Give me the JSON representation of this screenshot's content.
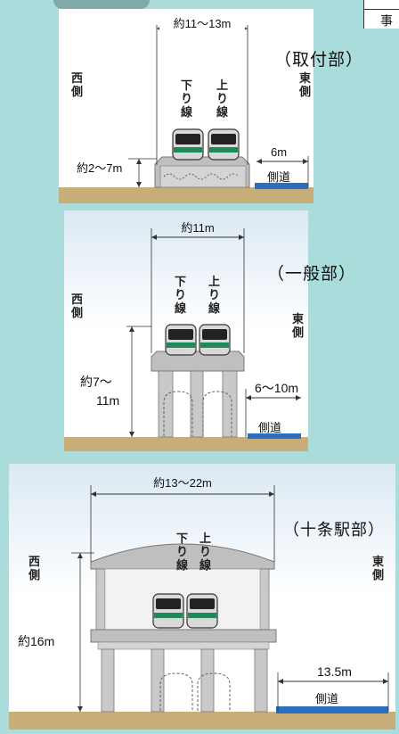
{
  "corner_char": "事",
  "panels": [
    {
      "section_label": "（取付部）",
      "west": [
        "西",
        "側"
      ],
      "east": [
        "東",
        "側"
      ],
      "down_line": [
        "下",
        "り",
        "線"
      ],
      "up_line": [
        "上",
        "り",
        "線"
      ],
      "width_dim": "約11〜13m",
      "height_dim": "約2〜7m",
      "side_dim": "6m",
      "sidewalk": "側道"
    },
    {
      "section_label": "（一般部）",
      "west": [
        "西",
        "側"
      ],
      "east": [
        "東",
        "側"
      ],
      "down_line": [
        "下",
        "り",
        "線"
      ],
      "up_line": [
        "上",
        "り",
        "線"
      ],
      "width_dim": "約11m",
      "height_dim": [
        "約7〜",
        "11m"
      ],
      "side_dim": "6〜10m",
      "sidewalk": "側道"
    },
    {
      "section_label": "（十条駅部）",
      "west": [
        "西",
        "側"
      ],
      "east": [
        "東",
        "側"
      ],
      "down_line": [
        "下",
        "り",
        "線"
      ],
      "up_line": [
        "上",
        "り",
        "線"
      ],
      "width_dim": "約13〜22m",
      "height_dim": "約16m",
      "side_dim": "13.5m",
      "sidewalk": "側道"
    }
  ],
  "colors": {
    "background": "#a9dcda",
    "ground": "#c7ad78",
    "structure": "#bfbfbf",
    "train_green": "#1e8a55",
    "sidewalk_blue": "#2b6fc2"
  }
}
